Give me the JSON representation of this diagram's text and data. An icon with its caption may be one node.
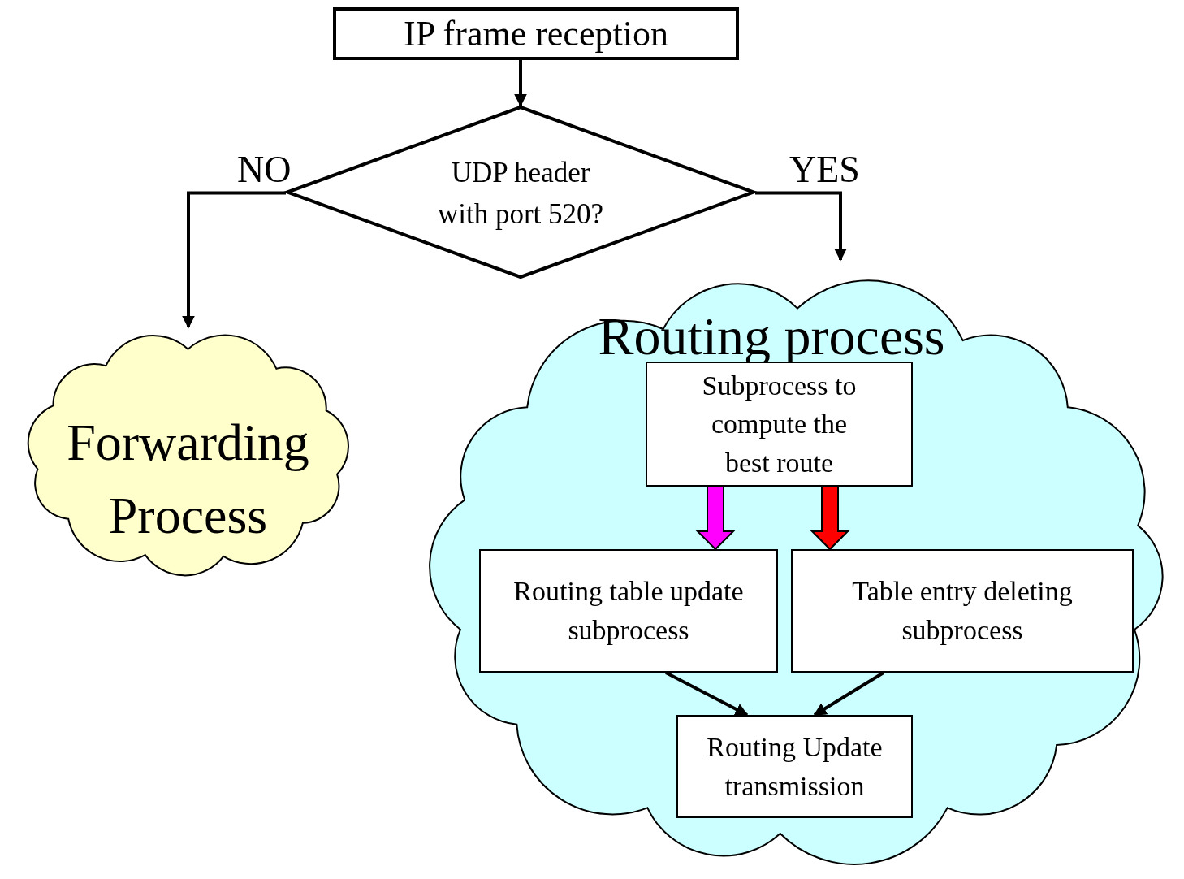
{
  "diagram": {
    "nodes": [
      {
        "text": [
          "IP frame reception"
        ]
      },
      {
        "text": [
          "UDP header with port 520?"
        ]
      },
      {
        "text": [
          "Forwarding Process"
        ]
      },
      {
        "text": [
          "Routing process"
        ]
      },
      {
        "text": [
          "Subprocess to compute the best route"
        ],
        "in": 3
      },
      {
        "text": [
          "Routing table update subprocess"
        ],
        "in": 3
      },
      {
        "text": [
          "Table entry deleting subprocess"
        ],
        "in": 3
      },
      {
        "text": [
          "Routing Update transmission"
        ],
        "in": 3
      }
    ],
    "edges": [
      {
        "from": 0,
        "to": 1,
        "arrow": "to"
      },
      {
        "from": 1,
        "to": 2,
        "arrow": "to",
        "label": "NO"
      },
      {
        "from": 1,
        "to": 3,
        "arrow": "to",
        "label": "YES"
      },
      {
        "from": 4,
        "to": 5,
        "arrow": "to",
        "style": "thick",
        "color": "#ff00ff"
      },
      {
        "from": 4,
        "to": 6,
        "arrow": "to",
        "style": "thick",
        "color": "#ff0000"
      },
      {
        "from": 5,
        "to": 7,
        "arrow": "to"
      },
      {
        "from": 6,
        "to": 7,
        "arrow": "to"
      }
    ]
  }
}
